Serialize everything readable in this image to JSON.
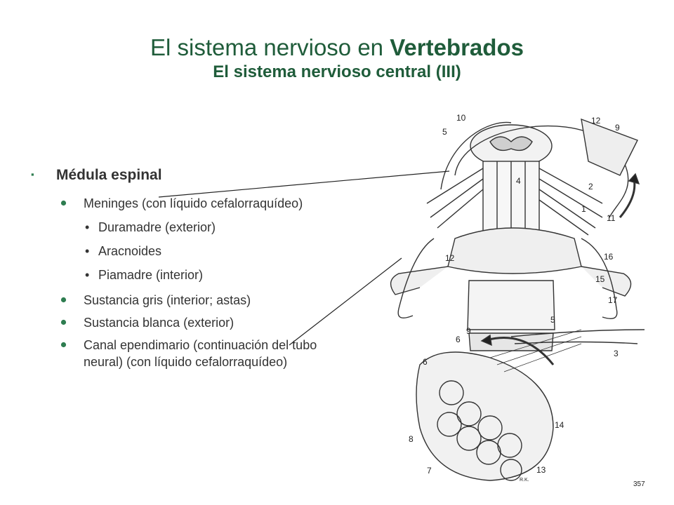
{
  "title": {
    "line1_prefix": "El sistema  nervioso en ",
    "line1_bold": "Vertebrados",
    "line2": "El sistema nervioso central (III)"
  },
  "content": {
    "heading": "Médula espinal",
    "items": [
      {
        "text": "Meninges (con líquido cefalorraquídeo)",
        "subitems": [
          "Duramadre (exterior)",
          "Aracnoides",
          "Piamadre (interior)"
        ]
      },
      {
        "text": "Sustancia gris (interior; astas)"
      },
      {
        "text": "Sustancia blanca (exterior)"
      },
      {
        "text": "Canal ependimario (continuación del tubo neural) (con líquido cefalorraquídeo)"
      }
    ]
  },
  "figure": {
    "labels": [
      "10",
      "5",
      "12",
      "9",
      "4",
      "2",
      "1",
      "11",
      "12",
      "16",
      "15",
      "17",
      "5",
      "9",
      "6",
      "3",
      "6",
      "8",
      "7",
      "14",
      "13"
    ],
    "page_number": "357",
    "signature": "R.K."
  },
  "colors": {
    "title": "#1f5c3a",
    "bullet_green": "#2e7d50",
    "text": "#333333",
    "leader_line": "#222222"
  }
}
